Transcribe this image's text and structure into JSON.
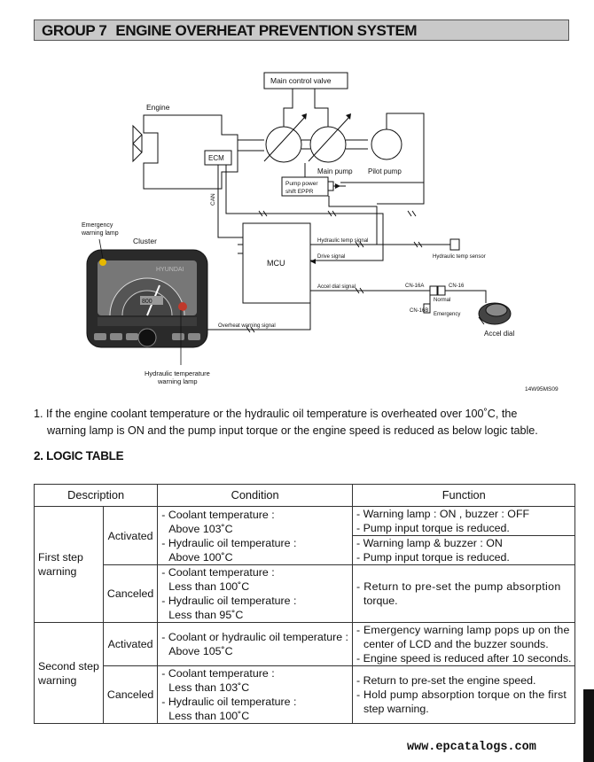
{
  "header": {
    "group": "GROUP  7",
    "title": "ENGINE OVERHEAT PREVENTION SYSTEM"
  },
  "diagram": {
    "labels": {
      "main_control_valve": "Main control valve",
      "engine": "Engine",
      "ecm": "ECM",
      "main_pump": "Main pump",
      "pilot_pump": "Pilot pump",
      "pump_power_1": "Pump power",
      "pump_power_2": "shift EPPR",
      "can": "CAN",
      "emergency_lamp_1": "Emergency",
      "emergency_lamp_2": "warning lamp",
      "cluster": "Cluster",
      "mcu": "MCU",
      "hyd_temp_signal": "Hydraulic temp signal",
      "drive_signal": "Drive signal",
      "accel_dial_signal": "Accel dial signal",
      "overheat_signal": "Overheat warning signal",
      "hyd_temp_sensor": "Hydraulic temp sensor",
      "cn16a": "CN-16A",
      "cn16": "CN-16",
      "cn16b": "CN-16B",
      "normal": "Normal",
      "emergency": "Emergency",
      "accel_dial": "Accel dial",
      "hyd_lamp_1": "Hydraulic temperature",
      "hyd_lamp_2": "warning lamp",
      "figure_code": "14W95MS09",
      "cluster_brand": "HYUNDAI",
      "cluster_display": "800"
    }
  },
  "intro": {
    "number": "1.",
    "line1": "If the engine coolant temperature or the hydraulic oil temperature is overheated over 100˚C, the",
    "line2": "warning lamp is ON and the pump input torque or the engine speed is reduced as below logic table."
  },
  "section": {
    "title": "2. LOGIC  TABLE"
  },
  "table": {
    "headers": [
      "Description",
      "Condition",
      "Function"
    ],
    "first_step": {
      "label_1": "First step",
      "label_2": "warning",
      "activated": {
        "state": "Activated",
        "condition": [
          "- Coolant temperature :",
          "Above 103˚C",
          "- Hydraulic oil temperature :",
          "Above 100˚C"
        ],
        "function": [
          "- Warning lamp : ON , buzzer : OFF",
          "- Pump input torque is reduced.",
          "- Warning lamp & buzzer : ON",
          "- Pump input torque is reduced."
        ]
      },
      "canceled": {
        "state": "Canceled",
        "condition": [
          "- Coolant temperature :",
          "Less than 100˚C",
          "- Hydraulic oil temperature :",
          "Less than 95˚C"
        ],
        "function": [
          "- Return to pre-set the pump absorption",
          "torque."
        ]
      }
    },
    "second_step": {
      "label_1": "Second step",
      "label_2": "warning",
      "activated": {
        "state": "Activated",
        "condition": [
          "- Coolant or hydraulic oil temperature :",
          "Above 105˚C"
        ],
        "function": [
          "- Emergency warning lamp pops up on the",
          "center of LCD and the buzzer sounds.",
          "- Engine speed is reduced after 10 seconds."
        ]
      },
      "canceled": {
        "state": "Canceled",
        "condition": [
          "- Coolant temperature :",
          "Less than 103˚C",
          "- Hydraulic oil temperature :",
          "Less than 100˚C"
        ],
        "function": [
          "- Return to pre-set the engine speed.",
          "- Hold pump absorption torque on the first",
          "step warning."
        ]
      }
    }
  },
  "footer": {
    "url": "www.epcatalogs.com"
  }
}
